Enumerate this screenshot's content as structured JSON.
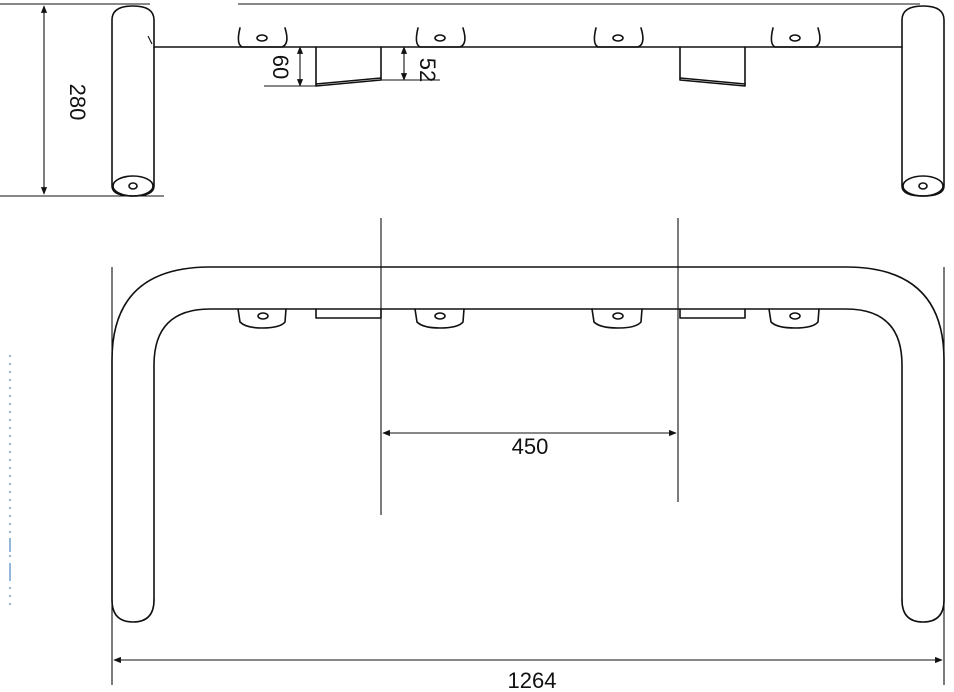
{
  "dimensions": {
    "height": "280",
    "tab_height_a": "60",
    "tab_height_b": "52",
    "bracket_spacing": "450",
    "overall_width": "1264"
  },
  "colors": {
    "line": "#111111",
    "background": "#ffffff",
    "edge_marks": "#2a6fb5"
  }
}
